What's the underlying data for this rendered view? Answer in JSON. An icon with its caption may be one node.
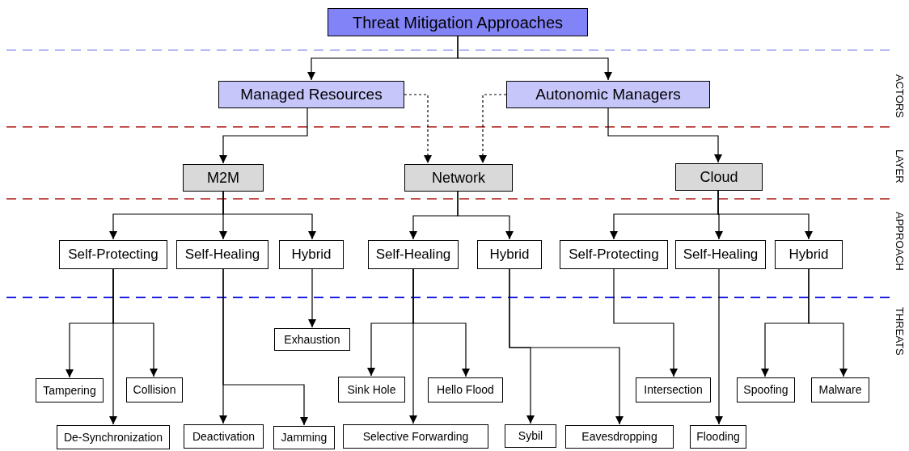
{
  "diagram": {
    "title": "Threat Mitigation Approaches",
    "nodes": [
      {
        "text": [
          "Managed Resources"
        ]
      },
      {
        "text": [
          "Autonomic Managers"
        ]
      },
      {
        "text": [
          "M2M"
        ]
      },
      {
        "text": [
          "Network"
        ]
      },
      {
        "text": [
          "Cloud"
        ]
      },
      {
        "text": [
          "Self-Protecting"
        ]
      },
      {
        "text": [
          "Self-Healing"
        ]
      },
      {
        "text": [
          "Hybrid"
        ]
      },
      {
        "text": [
          "Self-Healing"
        ]
      },
      {
        "text": [
          "Hybrid"
        ]
      },
      {
        "text": [
          "Self-Protecting"
        ]
      },
      {
        "text": [
          "Self-Healing"
        ]
      },
      {
        "text": [
          "Hybrid"
        ]
      },
      {
        "text": [
          "Exhaustion"
        ]
      },
      {
        "text": [
          "Tampering"
        ]
      },
      {
        "text": [
          "Collision"
        ]
      },
      {
        "text": [
          "De-Synchronization"
        ]
      },
      {
        "text": [
          "Deactivation"
        ]
      },
      {
        "text": [
          "Jamming"
        ]
      },
      {
        "text": [
          "Sink Hole"
        ]
      },
      {
        "text": [
          "Hello Flood"
        ]
      },
      {
        "text": [
          "Selective Forwarding"
        ]
      },
      {
        "text": [
          "Sybil"
        ]
      },
      {
        "text": [
          "Eavesdropping"
        ]
      },
      {
        "text": [
          "Intersection"
        ]
      },
      {
        "text": [
          "Flooding"
        ]
      },
      {
        "text": [
          "Spoofing"
        ]
      },
      {
        "text": [
          "Malware"
        ]
      }
    ],
    "edges": [
      {
        "from": null,
        "to": 0,
        "arrow": "to"
      },
      {
        "from": null,
        "to": 1,
        "arrow": "to"
      },
      {
        "from": 0,
        "to": 2,
        "arrow": "to"
      },
      {
        "from": 0,
        "to": 3,
        "arrow": "to",
        "style": "dashed"
      },
      {
        "from": 1,
        "to": 3,
        "arrow": "to",
        "style": "dashed"
      },
      {
        "from": 1,
        "to": 4,
        "arrow": "to"
      },
      {
        "from": 2,
        "to": 5,
        "arrow": "to"
      },
      {
        "from": 2,
        "to": 6,
        "arrow": "to"
      },
      {
        "from": 2,
        "to": 7,
        "arrow": "to"
      },
      {
        "from": 3,
        "to": 8,
        "arrow": "to"
      },
      {
        "from": 3,
        "to": 9,
        "arrow": "to"
      },
      {
        "from": 4,
        "to": 10,
        "arrow": "to"
      },
      {
        "from": 4,
        "to": 11,
        "arrow": "to"
      },
      {
        "from": 4,
        "to": 12,
        "arrow": "to"
      },
      {
        "from": 5,
        "to": 14,
        "arrow": "to"
      },
      {
        "from": 5,
        "to": 15,
        "arrow": "to"
      },
      {
        "from": 5,
        "to": 16,
        "arrow": "to"
      },
      {
        "from": 6,
        "to": 17,
        "arrow": "to"
      },
      {
        "from": 6,
        "to": 18,
        "arrow": "to"
      },
      {
        "from": 7,
        "to": 13,
        "arrow": "to"
      },
      {
        "from": 8,
        "to": 19,
        "arrow": "to"
      },
      {
        "from": 8,
        "to": 20,
        "arrow": "to"
      },
      {
        "from": 8,
        "to": 21,
        "arrow": "to"
      },
      {
        "from": 9,
        "to": 22,
        "arrow": "to"
      },
      {
        "from": 9,
        "to": 23,
        "arrow": "to"
      },
      {
        "from": 10,
        "to": 24,
        "arrow": "to"
      },
      {
        "from": 11,
        "to": 25,
        "arrow": "to"
      },
      {
        "from": 12,
        "to": 26,
        "arrow": "to"
      },
      {
        "from": 12,
        "to": 27,
        "arrow": "to"
      }
    ],
    "labels": [
      "ACTORS",
      "LAYER",
      "APPROACH",
      "THREATS"
    ]
  }
}
